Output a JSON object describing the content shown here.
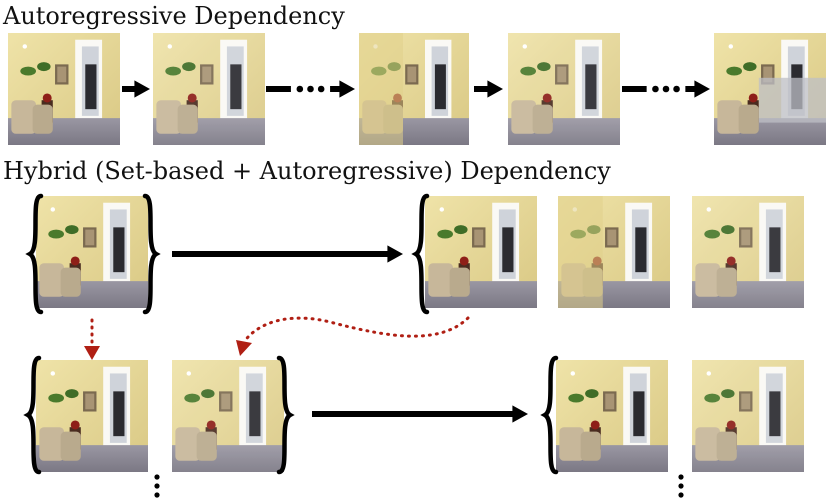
{
  "headings": {
    "autoregressive": "Autoregressive Dependency",
    "hybrid": "Hybrid (Set-based + Autoregressive) Dependency"
  },
  "frames": {
    "subject": "indoor room photograph: yellow wall, wall planters, framed picture, beige armchairs, doorway",
    "autoregressive_row_count": 5,
    "hybrid_row1_count": 4,
    "hybrid_row2_count": 4
  },
  "colors": {
    "text": "#111111",
    "arrow": "#000000",
    "dependency_arrow": "#b01f14",
    "wall": "#e7d99a",
    "floor": "#8d8a95",
    "chair": "#c9b99a",
    "door": "#f5f3ee"
  },
  "icons": {
    "arrow": "right-arrow-icon",
    "ellipsis_arrow": "dotted-arrow-icon",
    "braces": "curly-brace-icon",
    "dependency": "red-dotted-curved-arrow-icon",
    "continuation": "vertical-ellipsis-icon"
  }
}
